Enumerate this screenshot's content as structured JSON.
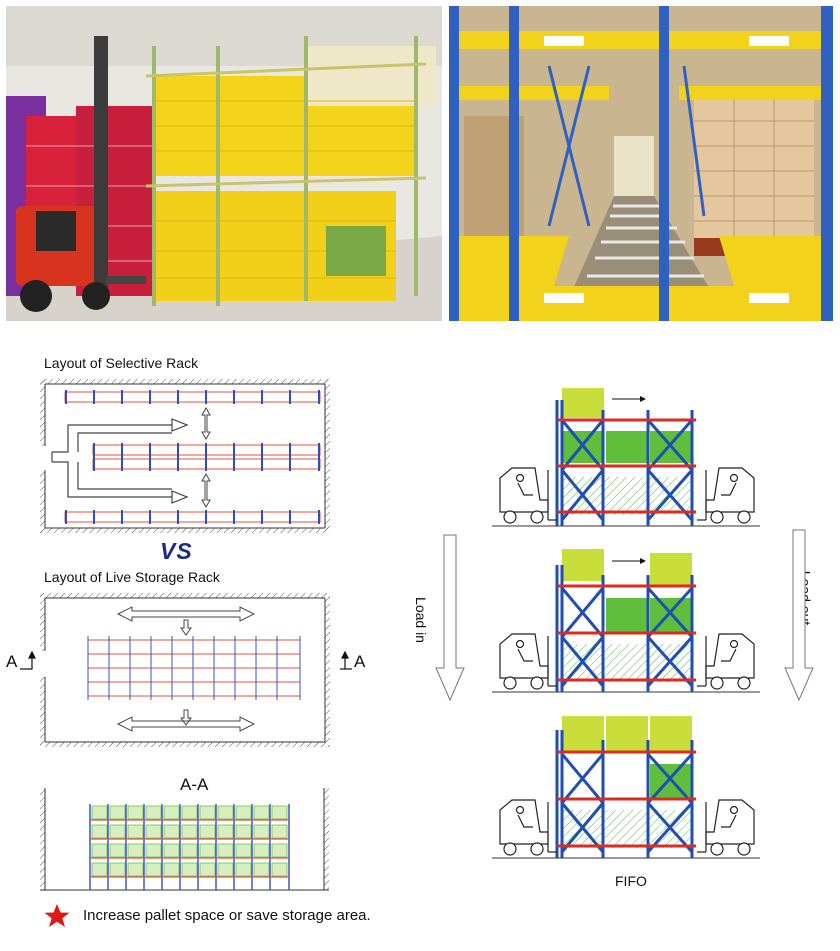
{
  "labels": {
    "selective_title": "Layout of Selective Rack",
    "vs": "VS",
    "live_title": "Layout of Live Storage Rack",
    "section_mark": "A",
    "section_title": "A-A",
    "load_in": "Load in",
    "load_out": "Load out",
    "fifo": "FIFO",
    "footnote": "Increase pallet space or save storage area."
  },
  "photos": {
    "left": "forklift-in-selective-warehouse-photo",
    "right": "live-storage-roller-aisle-photo"
  },
  "colors": {
    "rack_blue": "#1f4fb0",
    "beam_red": "#e02a20",
    "pallet_lime": "#c9de3a",
    "pallet_green": "#5fbf3c",
    "vs_navy": "#1c2b8a",
    "star_red": "#e01818",
    "photo_yellow": "#f2d21a"
  }
}
